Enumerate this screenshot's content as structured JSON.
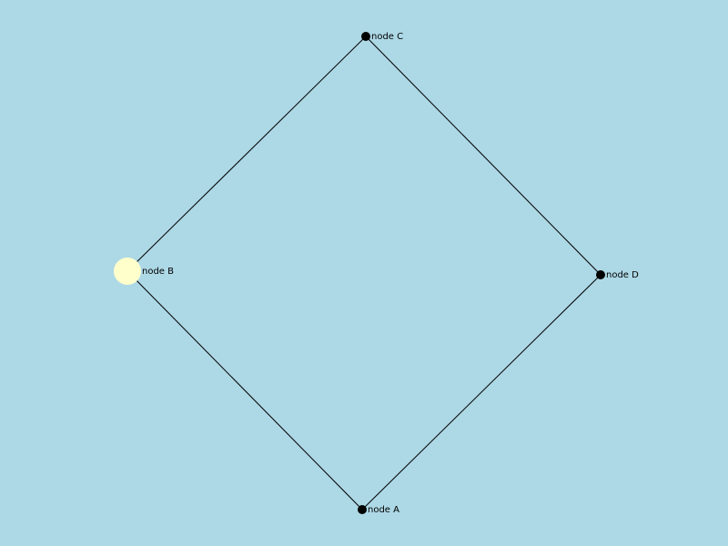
{
  "colors": {
    "background": "#add8e6",
    "edge": "#000000",
    "node": "#000000",
    "highlight_node": "#ffffcc"
  },
  "graph": {
    "nodes": [
      {
        "id": "A",
        "label": "node A",
        "highlighted": false
      },
      {
        "id": "B",
        "label": "node B",
        "highlighted": true
      },
      {
        "id": "C",
        "label": "node C",
        "highlighted": false
      },
      {
        "id": "D",
        "label": "node D",
        "highlighted": false
      }
    ],
    "edges": [
      {
        "source": "B",
        "target": "C"
      },
      {
        "source": "C",
        "target": "D"
      },
      {
        "source": "D",
        "target": "A"
      },
      {
        "source": "A",
        "target": "B"
      }
    ]
  }
}
